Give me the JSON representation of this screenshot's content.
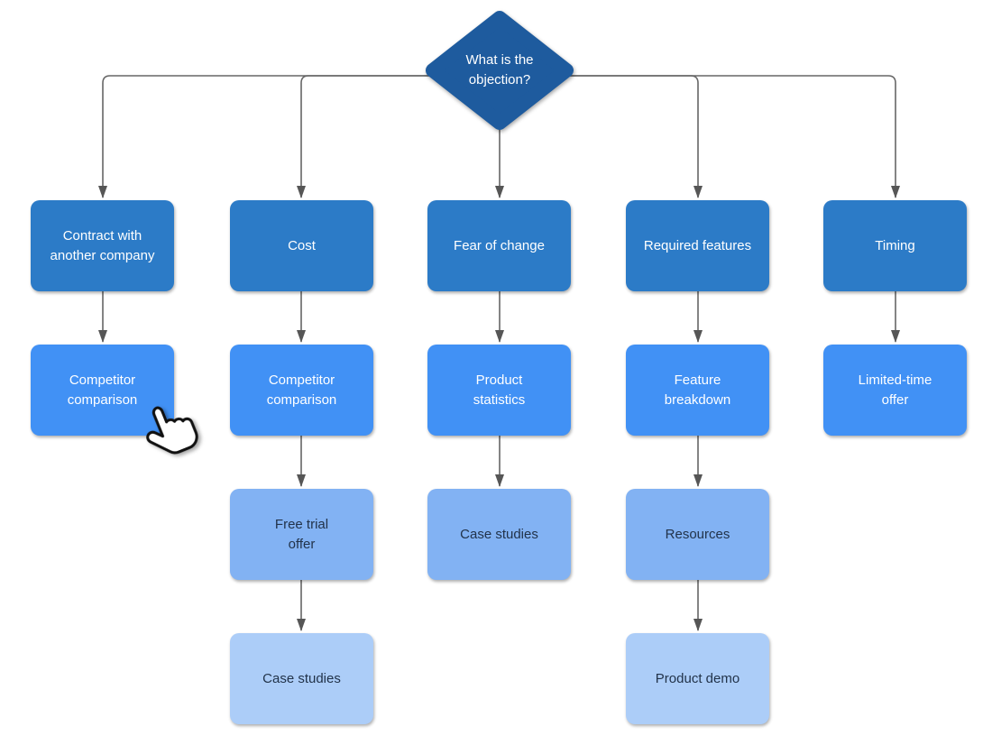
{
  "diagram": {
    "decision": {
      "id": "what-is-the-objection",
      "label": "What is the\nobjection?"
    },
    "nodes": [
      {
        "id": "contract-with-another-company",
        "label": "Contract with\nanother company",
        "level": "level1",
        "text": "light",
        "column": 1,
        "row": 1
      },
      {
        "id": "cost",
        "label": "Cost",
        "level": "level1",
        "text": "light",
        "column": 2,
        "row": 1
      },
      {
        "id": "fear-of-change",
        "label": "Fear of change",
        "level": "level1",
        "text": "light",
        "column": 3,
        "row": 1
      },
      {
        "id": "required-features",
        "label": "Required features",
        "level": "level1",
        "text": "light",
        "column": 4,
        "row": 1
      },
      {
        "id": "timing",
        "label": "Timing",
        "level": "level1",
        "text": "light",
        "column": 5,
        "row": 1
      },
      {
        "id": "competitor-comparison-contract",
        "label": "Competitor\ncomparison",
        "level": "level2",
        "text": "light",
        "column": 1,
        "row": 2
      },
      {
        "id": "competitor-comparison-cost",
        "label": "Competitor\ncomparison",
        "level": "level2",
        "text": "light",
        "column": 2,
        "row": 2
      },
      {
        "id": "product-statistics",
        "label": "Product\nstatistics",
        "level": "level2",
        "text": "light",
        "column": 3,
        "row": 2
      },
      {
        "id": "feature-breakdown",
        "label": "Feature\nbreakdown",
        "level": "level2",
        "text": "light",
        "column": 4,
        "row": 2
      },
      {
        "id": "limited-time-offer",
        "label": "Limited-time\noffer",
        "level": "level2",
        "text": "light",
        "column": 5,
        "row": 2
      },
      {
        "id": "free-trial-offer",
        "label": "Free trial\noffer",
        "level": "level3",
        "text": "dark",
        "column": 2,
        "row": 3
      },
      {
        "id": "case-studies-fear",
        "label": "Case studies",
        "level": "level3",
        "text": "dark",
        "column": 3,
        "row": 3
      },
      {
        "id": "resources",
        "label": "Resources",
        "level": "level3",
        "text": "dark",
        "column": 4,
        "row": 3
      },
      {
        "id": "case-studies-cost",
        "label": "Case studies",
        "level": "level4",
        "text": "dark",
        "column": 2,
        "row": 4
      },
      {
        "id": "product-demo",
        "label": "Product demo",
        "level": "level4",
        "text": "dark",
        "column": 4,
        "row": 4
      }
    ],
    "edges": [
      {
        "from": "what-is-the-objection",
        "to": "contract-with-another-company"
      },
      {
        "from": "what-is-the-objection",
        "to": "cost"
      },
      {
        "from": "what-is-the-objection",
        "to": "fear-of-change"
      },
      {
        "from": "what-is-the-objection",
        "to": "required-features"
      },
      {
        "from": "what-is-the-objection",
        "to": "timing"
      },
      {
        "from": "contract-with-another-company",
        "to": "competitor-comparison-contract"
      },
      {
        "from": "cost",
        "to": "competitor-comparison-cost"
      },
      {
        "from": "fear-of-change",
        "to": "product-statistics"
      },
      {
        "from": "required-features",
        "to": "feature-breakdown"
      },
      {
        "from": "timing",
        "to": "limited-time-offer"
      },
      {
        "from": "competitor-comparison-cost",
        "to": "free-trial-offer"
      },
      {
        "from": "product-statistics",
        "to": "case-studies-fear"
      },
      {
        "from": "feature-breakdown",
        "to": "resources"
      },
      {
        "from": "free-trial-offer",
        "to": "case-studies-cost"
      },
      {
        "from": "resources",
        "to": "product-demo"
      }
    ],
    "palette": {
      "decision": "#1e5b9e",
      "level1": "#2c7bc7",
      "level2": "#4191f5",
      "level3": "#82b2f3",
      "level4": "#accdf8",
      "text_light": "#ffffff",
      "text_dark": "#22334a",
      "connector": "#666666",
      "arrowhead": "#565656"
    },
    "cursor": {
      "type": "hand-pointer",
      "over_node": "competitor-comparison-contract"
    }
  }
}
